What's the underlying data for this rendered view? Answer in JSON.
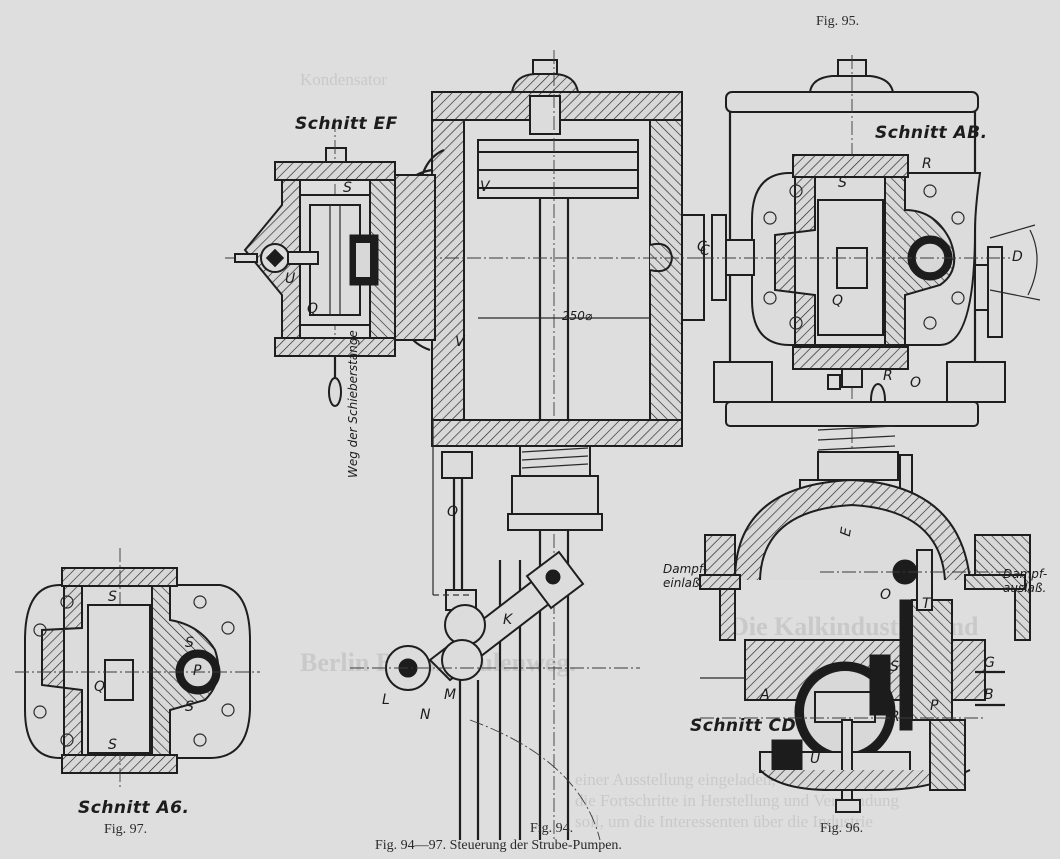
{
  "document": {
    "caption": "Fig. 94—97.  Steuerung der Strube-Pumpen.",
    "figures": [
      {
        "id": "fig94",
        "label": "Fig. 94."
      },
      {
        "id": "fig95",
        "label": "Fig. 95."
      },
      {
        "id": "fig96",
        "label": "Fig. 96."
      },
      {
        "id": "fig97",
        "label": "Fig. 97."
      }
    ]
  },
  "sections": {
    "ef": "Schnitt EF",
    "ab": "Schnitt AB.",
    "cd": "Schnitt CD",
    "a6": "Schnitt A6."
  },
  "labels": {
    "S": "S",
    "U": "U",
    "Q": "Q",
    "V": "V",
    "C": "C",
    "D": "D",
    "R": "R",
    "O": "O",
    "E": "E",
    "T": "T",
    "G": "G",
    "B": "B",
    "A": "A",
    "P": "P",
    "K": "K",
    "L": "L",
    "M": "M",
    "N": "N",
    "dim_bore": "250⌀",
    "schieberweg": "Weg der Schieberstange",
    "dampf_einlass": "Dampf-\neinlaß.",
    "dampf_auslass": "Dampf-\nauslaß."
  },
  "bleed_through": [
    "Kondensator",
    "Die Kalkindustrie und",
    "Berlin Baumschulenweg.",
    "einer Ausstellung eingeladen, die auf seinem Gelände",
    "die Fortschritte in Herstellung und Verwendung",
    "soll, um die Interessenten über die Industrie"
  ],
  "colors": {
    "paper": "#dedede",
    "ink": "#1e1e1e"
  }
}
